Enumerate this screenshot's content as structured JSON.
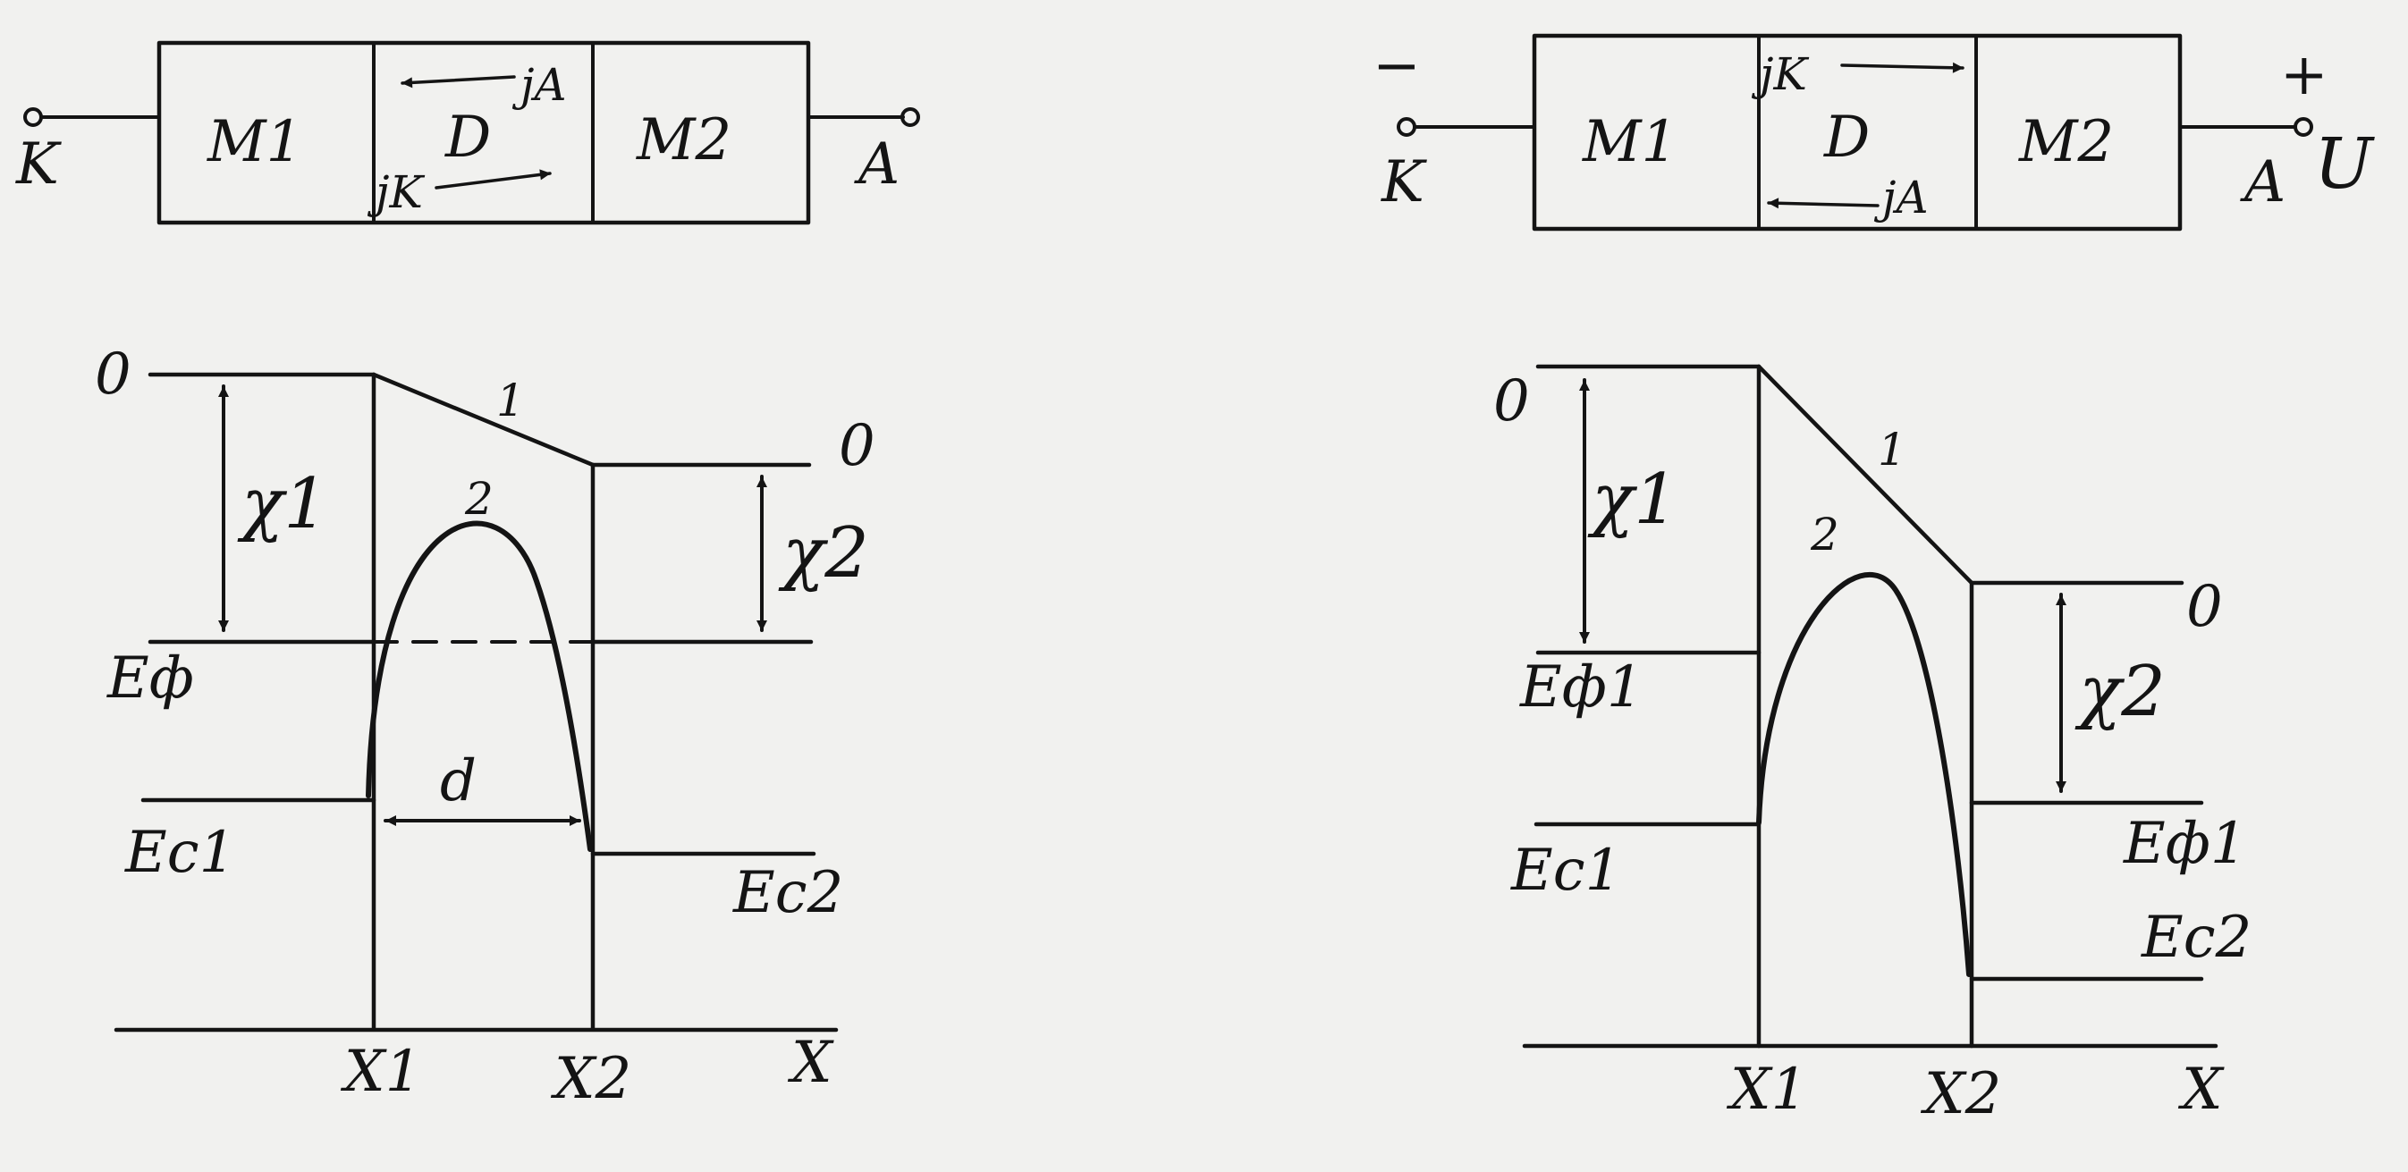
{
  "left_panel": {
    "device": {
      "cathode": "K",
      "anode": "A",
      "metal1": "M1",
      "dielectric": "D",
      "metal2": "M2",
      "current_cathode": "jK",
      "current_anode": "jA"
    },
    "energy": {
      "zero_left": "0",
      "zero_right": "0",
      "curve1": "1",
      "curve2": "2",
      "chi1": "χ1",
      "chi2": "χ2",
      "fermi": "Eф",
      "ec1": "Ec1",
      "ec2": "Ec2",
      "d": "d",
      "x1": "X1",
      "x2": "X2",
      "x_axis": "X"
    }
  },
  "right_panel": {
    "device": {
      "minus": "−",
      "plus": "+",
      "cathode": "K",
      "anode": "A",
      "voltage": "U",
      "metal1": "M1",
      "dielectric": "D",
      "metal2": "M2",
      "current_cathode": "jK",
      "current_anode": "jA"
    },
    "energy": {
      "zero_left": "0",
      "zero_right": "0",
      "curve1": "1",
      "curve2": "2",
      "chi1": "χ1",
      "chi2": "χ2",
      "fermi_left": "Eф1",
      "fermi_right": "Eф1",
      "ec1": "Ec1",
      "ec2": "Ec2",
      "x1": "X1",
      "x2": "X2",
      "x_axis": "X"
    }
  }
}
